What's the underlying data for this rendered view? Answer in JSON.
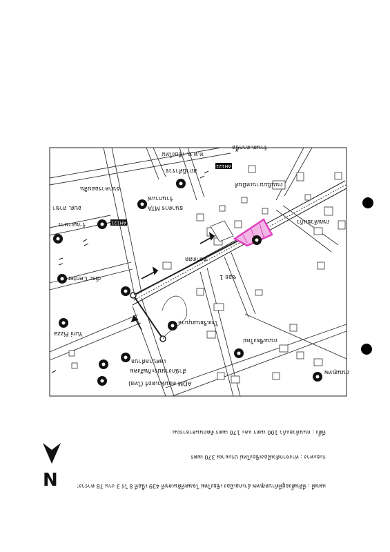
{
  "north_label": "N",
  "place_labels": [
    {
      "key": "p1",
      "text": "เทศบาลตำบล"
    },
    {
      "key": "p2",
      "text": "สำนักงานประกันสังคม"
    },
    {
      "key": "p3",
      "text": "ADM คอมพิวเตอร์ (ไทย)"
    },
    {
      "key": "p4",
      "text": "Yuni Pizza"
    },
    {
      "key": "p5",
      "text": "disc Center"
    },
    {
      "key": "p6",
      "text": "ร้านอาหาร"
    },
    {
      "key": "p7",
      "text": "ธนาคาร MTA"
    },
    {
      "key": "p8",
      "text": "ร้านกาแฟ"
    },
    {
      "key": "p9",
      "text": "ธนาคารออมสิน"
    },
    {
      "key": "p10",
      "text": "อบต. สาขา"
    },
    {
      "key": "p11",
      "text": "สถานีตำรวจ"
    },
    {
      "key": "p12",
      "text": "ร้านสะดวกซื้อ"
    },
    {
      "key": "p13",
      "text": "ท.ท.ท. เชียงใหม่"
    },
    {
      "key": "p14",
      "text": "โรงเรียนอนุบาล"
    },
    {
      "key": "p15",
      "text": "ถนนเชียงใหม่"
    },
    {
      "key": "p16",
      "text": "ถนนสุเทพ"
    },
    {
      "key": "p17",
      "text": "ถนนนิมมานเหมินท์"
    },
    {
      "key": "p18",
      "text": "ตลาดสด"
    },
    {
      "key": "p19",
      "text": "ซอย 1"
    },
    {
      "key": "p20",
      "text": "ถนนห้วยแก้ว"
    }
  ],
  "road_badges": [
    {
      "key": "b1",
      "text": "AH121"
    },
    {
      "key": "b2",
      "text": "AH121"
    }
  ],
  "description_lines": [
    "แผนที่ : ที่ดินตั้งอยู่ที่ตำบลสุเทพ อำเภอเมือง เชียงใหม่ โฉนดที่ดินเลขที่ 439 เนื้อที่ 8 ไร่ 3 งาน 78 ตารางวา 6463",
    "ระยะทาง : ห่างจากตัวเมืองเชียงใหม่ ประมาณ 370 เมตร",
    "ที่ตั้ง : ถนนห้วยแก้ว 100 เมตร และ 170 เมตร ติดถนนสาธารณะ"
  ],
  "colors": {
    "parcel_stroke": "#e040c0",
    "parcel_fill": "#f2b6e6"
  }
}
